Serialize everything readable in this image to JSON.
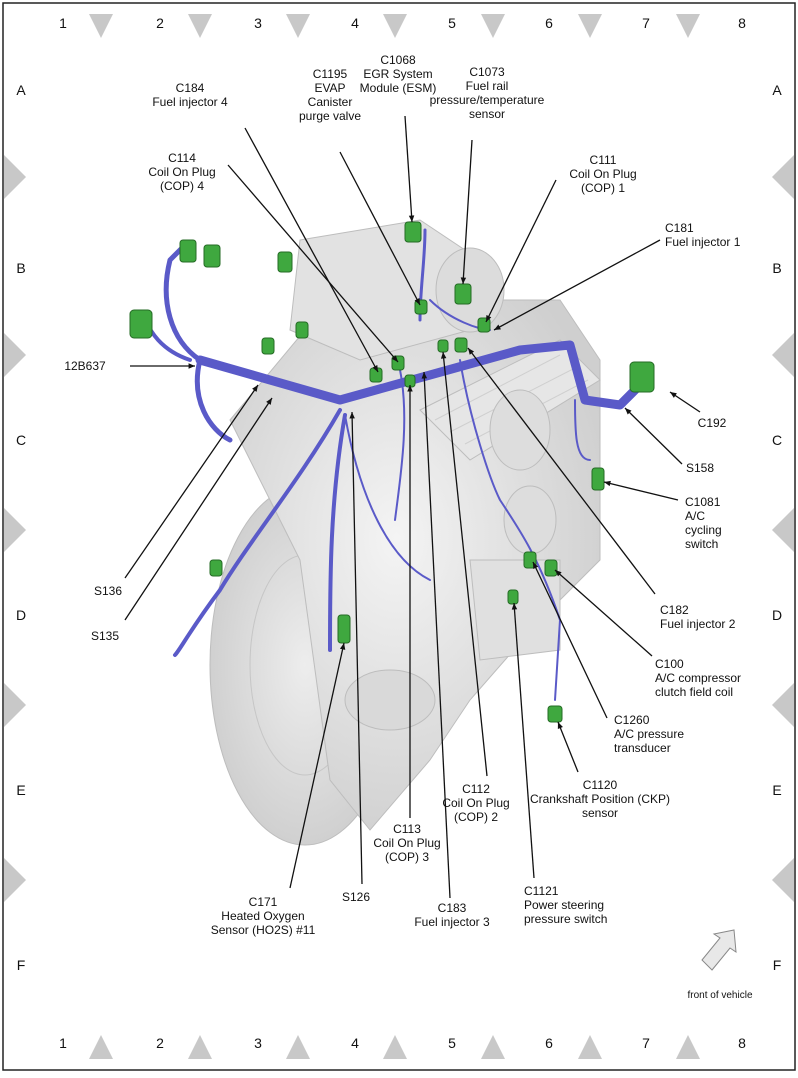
{
  "grid": {
    "columns": [
      "1",
      "2",
      "3",
      "4",
      "5",
      "6",
      "7",
      "8"
    ],
    "rows": [
      "A",
      "B",
      "C",
      "D",
      "E",
      "F"
    ]
  },
  "callouts": [
    {
      "id": "c184",
      "lines": [
        "C184",
        "Fuel injector 4"
      ]
    },
    {
      "id": "c1195",
      "lines": [
        "C1195",
        "EVAP",
        "Canister",
        "purge valve"
      ]
    },
    {
      "id": "c1068",
      "lines": [
        "C1068",
        "EGR System",
        "Module (ESM)"
      ]
    },
    {
      "id": "c1073",
      "lines": [
        "C1073",
        "Fuel rail",
        "pressure/temperature",
        "sensor"
      ]
    },
    {
      "id": "c114",
      "lines": [
        "C114",
        "Coil On Plug",
        "(COP) 4"
      ]
    },
    {
      "id": "c111",
      "lines": [
        "C111",
        "Coil On Plug",
        "(COP) 1"
      ]
    },
    {
      "id": "c181",
      "lines": [
        "C181",
        "Fuel injector 1"
      ]
    },
    {
      "id": "h12b637",
      "lines": [
        "12B637"
      ]
    },
    {
      "id": "c192",
      "lines": [
        "C192"
      ]
    },
    {
      "id": "s158",
      "lines": [
        "S158"
      ]
    },
    {
      "id": "c1081",
      "lines": [
        "C1081",
        "A/C",
        "cycling",
        "switch"
      ]
    },
    {
      "id": "s136",
      "lines": [
        "S136"
      ]
    },
    {
      "id": "s135",
      "lines": [
        "S135"
      ]
    },
    {
      "id": "c182",
      "lines": [
        "C182",
        "Fuel injector 2"
      ]
    },
    {
      "id": "c100",
      "lines": [
        "C100",
        "A/C compressor",
        "clutch field coil"
      ]
    },
    {
      "id": "c1260",
      "lines": [
        "C1260",
        "A/C pressure",
        "transducer"
      ]
    },
    {
      "id": "c1120",
      "lines": [
        "C1120",
        "Crankshaft Position (CKP)",
        "sensor"
      ]
    },
    {
      "id": "c112",
      "lines": [
        "C112",
        "Coil On Plug",
        "(COP) 2"
      ]
    },
    {
      "id": "c113",
      "lines": [
        "C113",
        "Coil On Plug",
        "(COP) 3"
      ]
    },
    {
      "id": "s126",
      "lines": [
        "S126"
      ]
    },
    {
      "id": "c1121",
      "lines": [
        "C1121",
        "Power steering",
        "pressure switch"
      ]
    },
    {
      "id": "c183",
      "lines": [
        "C183",
        "Fuel injector 3"
      ]
    },
    {
      "id": "c171",
      "lines": [
        "C171",
        "Heated Oxygen",
        "Sensor (HO2S) #11"
      ]
    }
  ],
  "footer": {
    "front_label": "front of vehicle"
  },
  "colors": {
    "harness": "#5a5ac8",
    "connector": "#3fa83f",
    "marker": "#c8c8c8",
    "leader": "#111111"
  }
}
